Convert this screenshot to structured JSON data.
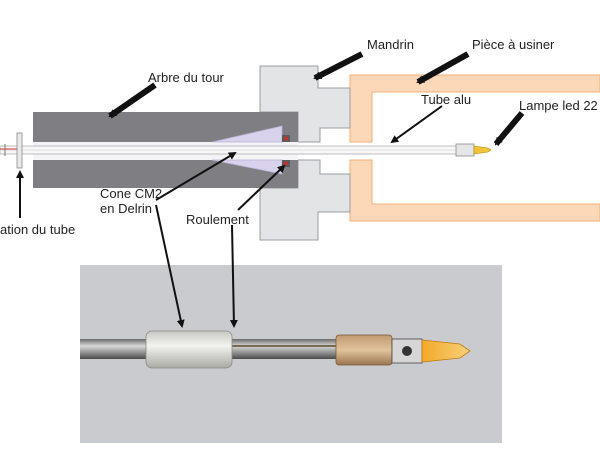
{
  "labels": {
    "mandrin": "Mandrin",
    "piece": "Pièce à usiner",
    "arbre": "Arbre du tour",
    "tube": "Tube alu",
    "lampe": "Lampe led 22",
    "cone_line1": "Cone CM2",
    "cone_line2": "en Delrin",
    "roulement": "Roulement",
    "rotation": "ation du tube"
  },
  "colors": {
    "metal": "#7f7f83",
    "chuck": "#e3e4e6",
    "workpiece": "#fcd8b8",
    "workpiece_edge": "#f0b07a",
    "cone": "#d9d2ec",
    "photo_bg": "#c9cbcf",
    "arrow": "#111111"
  },
  "photo": {
    "description_icon": "photo-of-assembled-tube"
  }
}
